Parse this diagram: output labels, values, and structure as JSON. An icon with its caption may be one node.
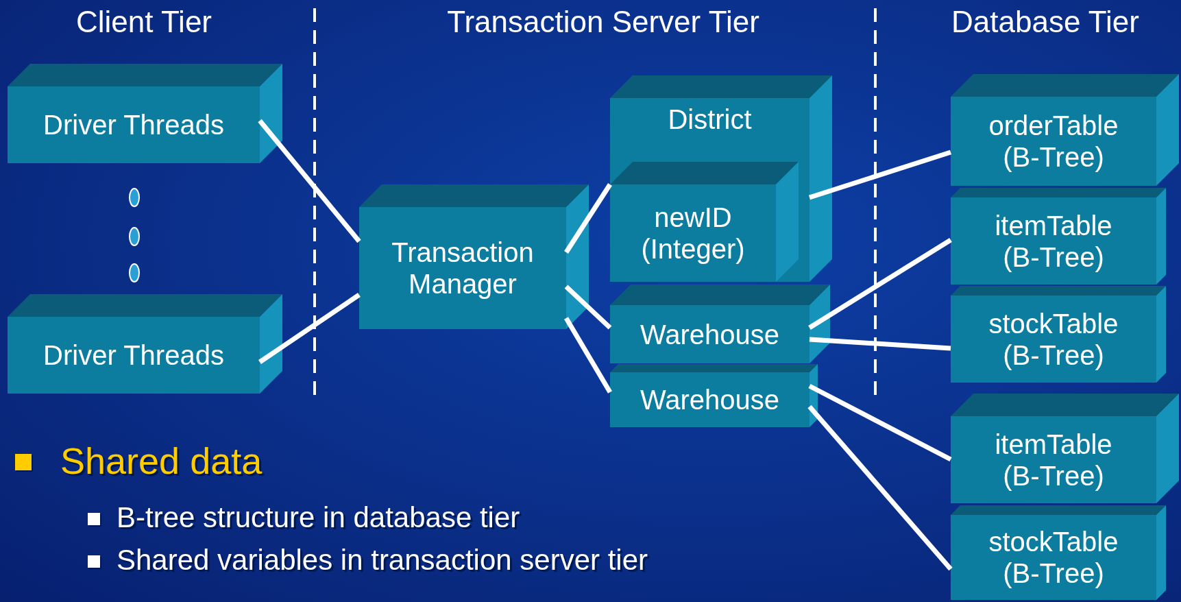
{
  "diagram": {
    "nodes": [
      {
        "text": [
          "Driver Threads"
        ]
      },
      {
        "text": [
          "Driver Threads"
        ]
      },
      {
        "text": [
          "Transaction Manager"
        ]
      },
      {
        "text": [
          "District"
        ]
      },
      {
        "text": [
          "newID (Integer)"
        ],
        "in": 3
      },
      {
        "text": [
          "Warehouse"
        ]
      },
      {
        "text": [
          "Warehouse"
        ]
      },
      {
        "text": [
          "orderTable (B-Tree)"
        ]
      },
      {
        "text": [
          "itemTable (B-Tree)"
        ]
      },
      {
        "text": [
          "stockTable (B-Tree)"
        ]
      },
      {
        "text": [
          "itemTable (B-Tree)"
        ]
      },
      {
        "text": [
          "stockTable (B-Tree)"
        ]
      }
    ],
    "edges": [
      {
        "from": 0,
        "to": 2,
        "arrow": "none"
      },
      {
        "from": 1,
        "to": 2,
        "arrow": "none"
      },
      {
        "from": 2,
        "to": 3,
        "arrow": "none"
      },
      {
        "from": 2,
        "to": 5,
        "arrow": "none"
      },
      {
        "from": 2,
        "to": 6,
        "arrow": "none"
      },
      {
        "from": 3,
        "to": 7,
        "arrow": "none"
      },
      {
        "from": 5,
        "to": 8,
        "arrow": "none"
      },
      {
        "from": 5,
        "to": 9,
        "arrow": "none"
      },
      {
        "from": 6,
        "to": 10,
        "arrow": "none"
      },
      {
        "from": 6,
        "to": 11,
        "arrow": "none"
      }
    ],
    "labels": [
      "Client Tier",
      "Transaction Server Tier",
      "Database Tier",
      "Shared data",
      "B-tree structure in database tier",
      "Shared variables in transaction server tier"
    ]
  }
}
